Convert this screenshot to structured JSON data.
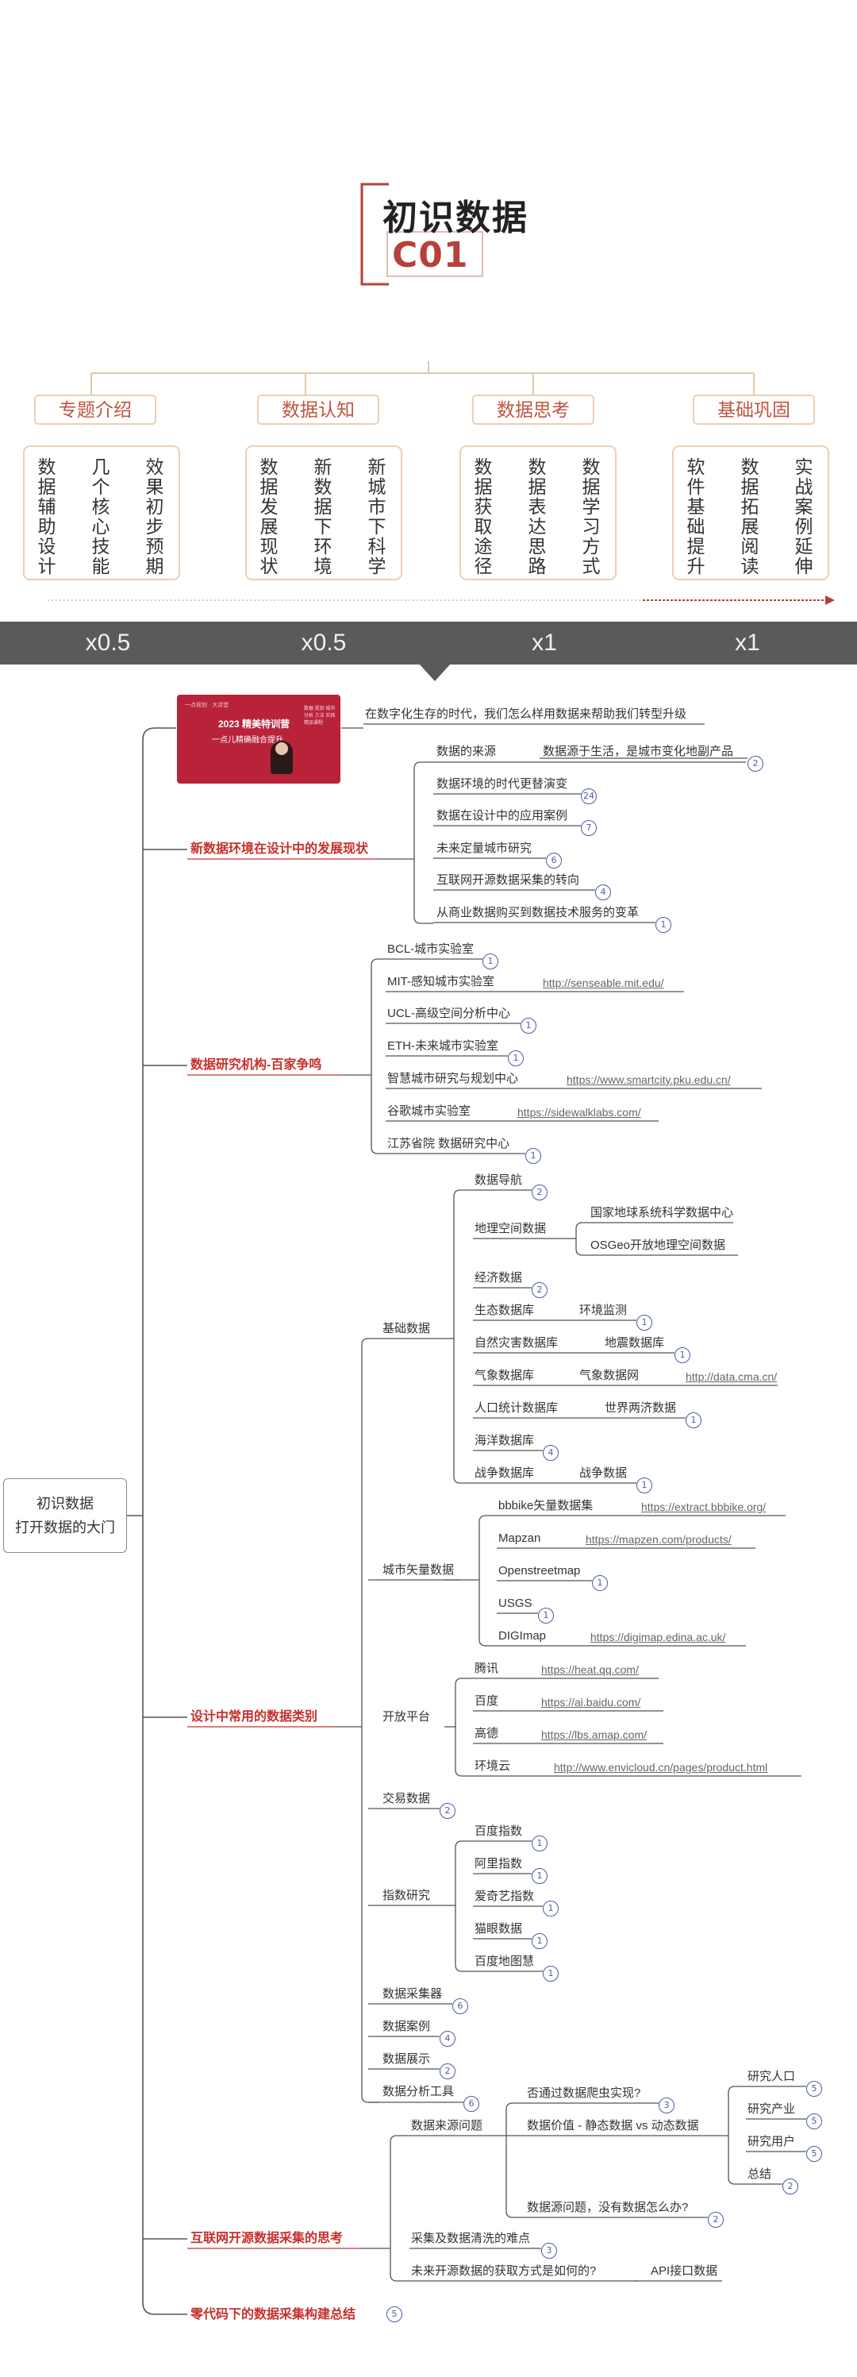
{
  "header": {
    "title": "初识数据",
    "code": "C01"
  },
  "sections": [
    {
      "title": "专题介绍",
      "cols": [
        "数据辅助设计",
        "几个核心技能",
        "效果初步预期"
      ]
    },
    {
      "title": "数据认知",
      "cols": [
        "数据发展现状",
        "新数据下环境",
        "新城市下科学"
      ]
    },
    {
      "title": "数据思考",
      "cols": [
        "数据获取途径",
        "数据表达思路",
        "数据学习方式"
      ]
    },
    {
      "title": "基础巩固",
      "cols": [
        "软件基础提升",
        "数据拓展阅读",
        "实战案例延伸"
      ]
    }
  ],
  "band": [
    "x0.5",
    "x0.5",
    "x1",
    "x1"
  ],
  "book": {
    "small": "一点规划 · 大讲堂",
    "title": "2023 精美特训营",
    "subtitle": "一点儿精确融合提升",
    "right_text": "数据 规划 城市 分析 方法 实践 精品课程"
  },
  "root": {
    "line1": "初识数据",
    "line2": "打开数据的大门"
  },
  "branches": {
    "b1": "新数据环境在设计中的发展现状",
    "b2": "数据研究机构-百家争鸣",
    "b3": "设计中常用的数据类别",
    "b4": "互联网开源数据采集的思考",
    "b5": "零代码下的数据采集构建总结"
  },
  "b1": {
    "intro": "在数字化生存的时代，我们怎么样用数据来帮助我们转型升级",
    "items": [
      {
        "label": "数据的来源",
        "child": "数据源于生活，是城市变化地副产品",
        "badge": "2"
      },
      {
        "label": "数据环境的时代更替演变",
        "badge": "24"
      },
      {
        "label": "数据在设计中的应用案例",
        "badge": "7"
      },
      {
        "label": "未来定量城市研究",
        "badge": "6"
      },
      {
        "label": "互联网开源数据采集的转向",
        "badge": "4"
      },
      {
        "label": "从商业数据购买到数据技术服务的变革",
        "badge": "1"
      }
    ]
  },
  "b2": {
    "items": [
      {
        "label": "BCL-城市实验室",
        "badge": "1"
      },
      {
        "label": "MIT-感知城市实验室",
        "url": "http://senseable.mit.edu/"
      },
      {
        "label": "UCL-高级空间分析中心",
        "badge": "1"
      },
      {
        "label": "ETH-未来城市实验室",
        "badge": "1"
      },
      {
        "label": "智慧城市研究与规划中心",
        "url": "https://www.smartcity.pku.edu.cn/"
      },
      {
        "label": "谷歌城市实验室",
        "url": "https://sidewalklabs.com/"
      },
      {
        "label": "江苏省院 数据研究中心",
        "badge": "1"
      }
    ]
  },
  "b3": {
    "basic": {
      "label": "基础数据",
      "nav": "数据导航",
      "nav_badge": "2",
      "geo": "地理空间数据",
      "geo1": "国家地球系统科学数据中心",
      "geo2": "OSGeo开放地理空间数据",
      "eco": "经济数据",
      "eco_badge": "2",
      "ecol": "生态数据库",
      "ecol_c": "环境监测",
      "ecol_badge": "1",
      "dis": "自然灾害数据库",
      "dis_c": "地震数据库",
      "dis_badge": "1",
      "met": "气象数据库",
      "met_c": "气象数据网",
      "met_url": "http://data.cma.cn/",
      "pop": "人口统计数据库",
      "pop_c": "世界两济数据",
      "pop_badge": "1",
      "sea": "海洋数据库",
      "sea_badge": "4",
      "war": "战争数据库",
      "war_c": "战争数据",
      "war_badge": "1"
    },
    "vector": {
      "label": "城市矢量数据",
      "items": [
        {
          "label": "bbbike矢量数据集",
          "url": "https://extract.bbbike.org/"
        },
        {
          "label": "Mapzan",
          "url": "https://mapzen.com/products/"
        },
        {
          "label": "Openstreetmap",
          "badge": "1"
        },
        {
          "label": "USGS",
          "badge": "1"
        },
        {
          "label": "DIGImap",
          "url": "https://digimap.edina.ac.uk/"
        }
      ]
    },
    "open": {
      "label": "开放平台",
      "items": [
        {
          "label": "腾讯",
          "url": "https://heat.qq.com/"
        },
        {
          "label": "百度",
          "url": "https://ai.baidu.com/"
        },
        {
          "label": "高德",
          "url": "https://lbs.amap.com/"
        },
        {
          "label": "环境云",
          "url": "http://www.envicloud.cn/pages/product.html"
        }
      ]
    },
    "trade": {
      "label": "交易数据",
      "badge": "2"
    },
    "index": {
      "label": "指数研究",
      "items": [
        {
          "label": "百度指数",
          "badge": "1"
        },
        {
          "label": "阿里指数",
          "badge": "1"
        },
        {
          "label": "爱奇艺指数",
          "badge": "1"
        },
        {
          "label": "猫眼数据",
          "badge": "1"
        },
        {
          "label": "百度地图慧",
          "badge": "1"
        }
      ]
    },
    "collector": {
      "label": "数据采集器",
      "badge": "6"
    },
    "cases": {
      "label": "数据案例",
      "badge": "4"
    },
    "display": {
      "label": "数据展示",
      "badge": "2"
    },
    "tools": {
      "label": "数据分析工具",
      "badge": "6"
    }
  },
  "b4": {
    "source": "数据来源问题",
    "crawl": "否通过数据爬虫实现?",
    "crawl_badge": "3",
    "value": "数据价值 - 静态数据 vs 动态数据",
    "vals": [
      {
        "label": "研究人口",
        "badge": "5"
      },
      {
        "label": "研究产业",
        "badge": "5"
      },
      {
        "label": "研究用户",
        "badge": "5"
      },
      {
        "label": "总结",
        "badge": "2"
      }
    ],
    "nodata": "数据源问题，没有数据怎么办?",
    "nodata_badge": "2",
    "clean": "采集及数据清洗的难点",
    "clean_badge": "3",
    "future": "未来开源数据的获取方式是如何的?",
    "api": "API接口数据"
  },
  "b5_badge": "5"
}
